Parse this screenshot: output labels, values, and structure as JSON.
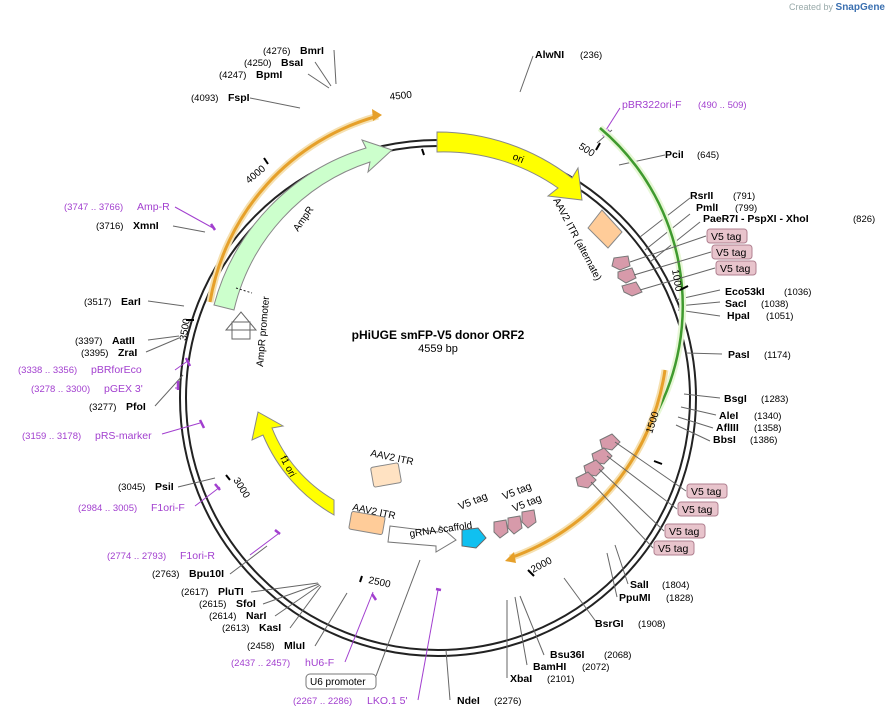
{
  "credit": {
    "prefix": "Created by",
    "brand": "SnapGene"
  },
  "plasmid": {
    "name": "pHiUGE smFP-V5 donor ORF2",
    "length_text": "4559 bp",
    "length": 4559
  },
  "ticks": [
    {
      "bp": 500,
      "label": "500"
    },
    {
      "bp": 1000,
      "label": "1000"
    },
    {
      "bp": 1500,
      "label": "1500"
    },
    {
      "bp": 2000,
      "label": "2000"
    },
    {
      "bp": 2500,
      "label": "2500"
    },
    {
      "bp": 3000,
      "label": "3000"
    },
    {
      "bp": 3500,
      "label": "3500"
    },
    {
      "bp": 4000,
      "label": "4000"
    },
    {
      "bp": 4500,
      "label": "4500"
    }
  ],
  "sites_right": [
    {
      "name": "AlwNI",
      "pos": "(236)"
    },
    {
      "name": "PciI",
      "pos": "(645)"
    },
    {
      "name": "RsrII",
      "pos": "(791)"
    },
    {
      "name": "PmlI",
      "pos": "(799)"
    },
    {
      "name": "PaeR7I - PspXI - XhoI",
      "pos": "(826)"
    },
    {
      "name": "Eco53kI",
      "pos": "(1036)"
    },
    {
      "name": "SacI",
      "pos": "(1038)"
    },
    {
      "name": "HpaI",
      "pos": "(1051)"
    },
    {
      "name": "PasI",
      "pos": "(1174)"
    },
    {
      "name": "BsgI",
      "pos": "(1283)"
    },
    {
      "name": "AleI",
      "pos": "(1340)"
    },
    {
      "name": "AflIII",
      "pos": "(1358)"
    },
    {
      "name": "BbsI",
      "pos": "(1386)"
    },
    {
      "name": "SalI",
      "pos": "(1804)"
    },
    {
      "name": "PpuMI",
      "pos": "(1828)"
    },
    {
      "name": "BsrGI",
      "pos": "(1908)"
    },
    {
      "name": "Bsu36I",
      "pos": "(2068)"
    },
    {
      "name": "BamHI",
      "pos": "(2072)"
    },
    {
      "name": "XbaI",
      "pos": "(2101)"
    },
    {
      "name": "NdeI",
      "pos": "(2276)"
    }
  ],
  "sites_left": [
    {
      "name": "BmrI",
      "pos": "(4276)"
    },
    {
      "name": "BsaI",
      "pos": "(4250)"
    },
    {
      "name": "BpmI",
      "pos": "(4247)"
    },
    {
      "name": "FspI",
      "pos": "(4093)"
    },
    {
      "name": "XmnI",
      "pos": "(3716)"
    },
    {
      "name": "EarI",
      "pos": "(3517)"
    },
    {
      "name": "AatII",
      "pos": "(3397)"
    },
    {
      "name": "ZraI",
      "pos": "(3395)"
    },
    {
      "name": "PfoI",
      "pos": "(3277)"
    },
    {
      "name": "PsiI",
      "pos": "(3045)"
    },
    {
      "name": "Bpu10I",
      "pos": "(2763)"
    },
    {
      "name": "PluTI",
      "pos": "(2617)"
    },
    {
      "name": "SfoI",
      "pos": "(2615)"
    },
    {
      "name": "NarI",
      "pos": "(2614)"
    },
    {
      "name": "KasI",
      "pos": "(2613)"
    },
    {
      "name": "MluI",
      "pos": "(2458)"
    }
  ],
  "primers": [
    {
      "name": "pBR322ori-F",
      "range": "(490 .. 509)"
    },
    {
      "name": "Amp-R",
      "range": "(3747 .. 3766)"
    },
    {
      "name": "pBRforEco",
      "range": "(3338 .. 3356)"
    },
    {
      "name": "pGEX 3'",
      "range": "(3278 .. 3300)"
    },
    {
      "name": "pRS-marker",
      "range": "(3159 .. 3178)"
    },
    {
      "name": "F1ori-F",
      "range": "(2984 .. 3005)"
    },
    {
      "name": "F1ori-R",
      "range": "(2774 .. 2793)"
    },
    {
      "name": "hU6-F",
      "range": "(2437 .. 2457)"
    },
    {
      "name": "LKO.1 5'",
      "range": "(2267 .. 2286)"
    }
  ],
  "features": [
    {
      "label": "ori",
      "color": "#ffff00"
    },
    {
      "label": "AmpR",
      "color": "#ccffcc"
    },
    {
      "label": "AmpR promoter",
      "color": "#ffffff"
    },
    {
      "label": "f1 ori",
      "color": "#ffff00"
    },
    {
      "label": "AAV2 ITR (alternate)",
      "color": "#ffcc99"
    },
    {
      "label": "AAV2 ITR",
      "color": "#ffe2c2"
    },
    {
      "label": "AAV2 ITR",
      "color": "#ffcc99"
    },
    {
      "label": "gRNA scaffold",
      "color": "#ffffff"
    },
    {
      "label": "U6 promoter",
      "color": "#ffffff"
    }
  ],
  "tags": {
    "label": "V5 tag",
    "color": "#d79aaa",
    "boxes": [
      "V5 tag",
      "V5 tag",
      "V5 tag",
      "V5 tag",
      "V5 tag",
      "V5 tag",
      "V5 tag"
    ],
    "plain": [
      "V5 tag",
      "V5 tag",
      "V5 tag"
    ]
  },
  "colors": {
    "orange_arc": "#f5a623",
    "green_arc": "#3f9a2e",
    "primer": "#a23fcf",
    "cyan": "#10c0f0"
  }
}
